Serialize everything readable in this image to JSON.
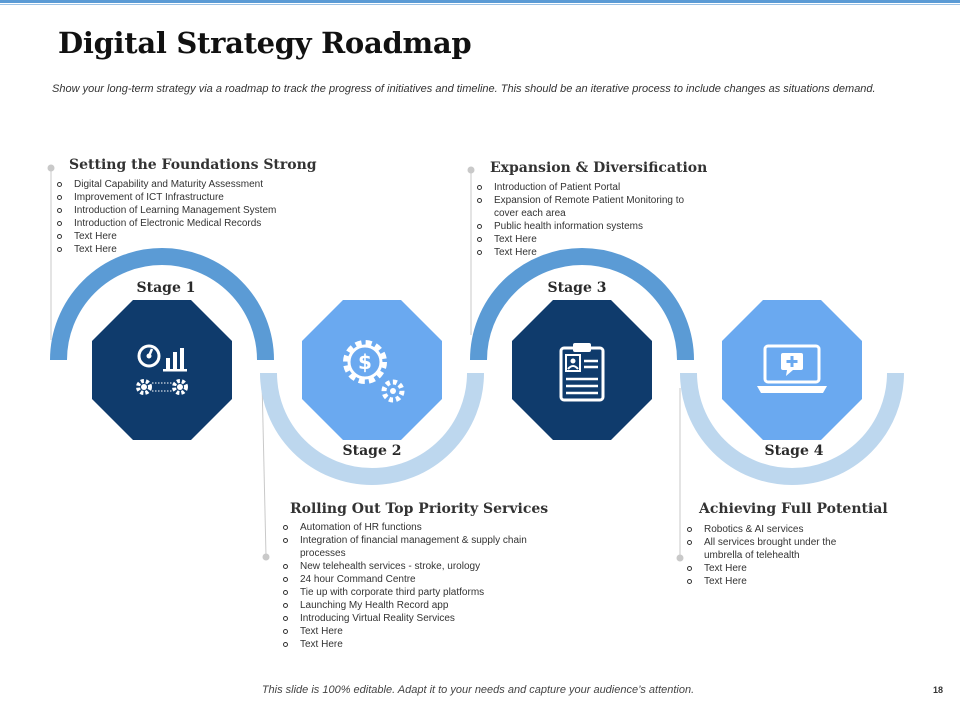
{
  "title": "Digital Strategy Roadmap",
  "subtitle": "Show your long-term strategy via a roadmap to track the progress of initiatives and timeline. This should be an iterative process to include changes as situations demand.",
  "stages": [
    {
      "label": "Stage 1",
      "heading": "Setting the Foundations Strong",
      "items": [
        "Digital Capability and Maturity Assessment",
        "Improvement of ICT  Infrastructure",
        "Introduction of Learning Management  System",
        "Introduction of Electronic Medical Records",
        "Text Here",
        "Text Here"
      ],
      "icon": "gauge-chart-gears-icon"
    },
    {
      "label": "Stage 2",
      "heading": "Rolling Out Top Priority Services",
      "items": [
        "Automation of HR  functions",
        "Integration  of financial management  & supply chain processes",
        "New telehealth services - stroke, urology",
        "24 hour Command  Centre",
        "Tie  up with corporate third party platforms",
        "Launching My Health Record app",
        "Introducing Virtual Reality Services",
        "Text Here",
        "Text Here"
      ],
      "icon": "dollar-gears-icon"
    },
    {
      "label": "Stage 3",
      "heading": "Expansion & Diversification",
      "items": [
        "Introduction of Patient Portal",
        "Expansion of Remote  Patient Monitoring to cover each area",
        "Public  health information systems",
        "Text Here",
        "Text Here"
      ],
      "icon": "clipboard-profile-icon"
    },
    {
      "label": "Stage 4",
      "heading": "Achieving Full Potential",
      "items": [
        "Robotics & AI services",
        "All services brought under the umbrella of telehealth",
        "Text Here",
        "Text Here"
      ],
      "icon": "laptop-medical-icon"
    }
  ],
  "colors": {
    "dark": "#0f3b6c",
    "mid": "#5b9bd5",
    "light": "#bdd7ee",
    "accent": "#6aa9f0"
  },
  "footer": "This slide is 100% editable. Adapt it to your needs and capture your audience’s attention.",
  "page_number": "18"
}
